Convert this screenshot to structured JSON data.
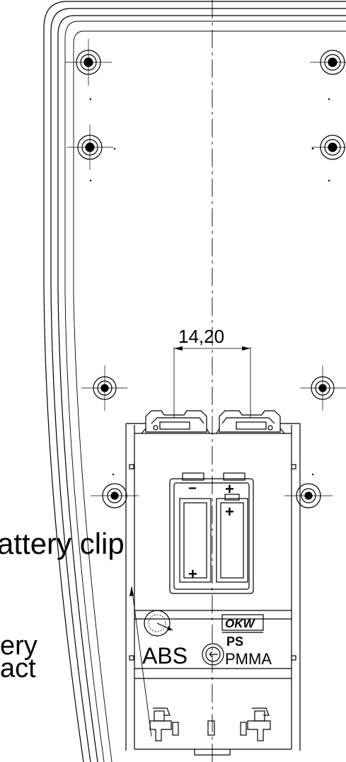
{
  "diagram": {
    "dimension_label": "14,20",
    "callouts": {
      "battery_clip": "attery clip",
      "battery_contact_line1": "ery",
      "battery_contact_line2": "act"
    },
    "markings": {
      "brand": "OKW",
      "material_abs": "ABS",
      "material_ps": "PS",
      "material_pmma": "PMMA"
    },
    "polarity": {
      "minus": "−",
      "plus": "+"
    }
  }
}
